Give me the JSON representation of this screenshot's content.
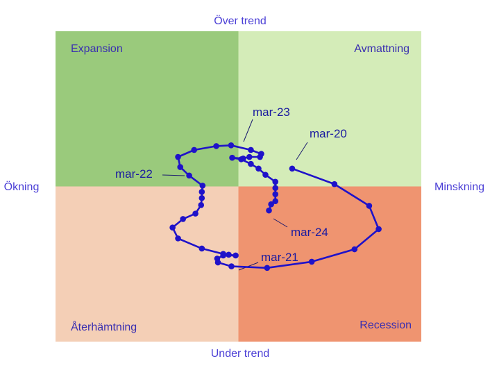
{
  "chart_data": {
    "type": "scatter",
    "axis_labels": {
      "top": "Över trend",
      "bottom": "Under trend",
      "left": "Ökning",
      "right": "Minskning"
    },
    "quadrants": [
      {
        "id": "expansion",
        "label": "Expansion",
        "color": "#9aca7c"
      },
      {
        "id": "avmattning",
        "label": "Avmattning",
        "color": "#d4ecb8"
      },
      {
        "id": "aterhamtning",
        "label": "Återhämtning",
        "color": "#f4cfb6"
      },
      {
        "id": "recession",
        "label": "Recession",
        "color": "#ef9470"
      }
    ],
    "xlim": [
      -1,
      1
    ],
    "ylim": [
      -1,
      1
    ],
    "series": [
      {
        "color": "#1f12c9",
        "points": [
          {
            "x": 0.294,
            "y": 0.115
          },
          {
            "x": 0.525,
            "y": 0.015
          },
          {
            "x": 0.715,
            "y": -0.125
          },
          {
            "x": 0.767,
            "y": -0.275
          },
          {
            "x": 0.635,
            "y": -0.405
          },
          {
            "x": 0.401,
            "y": -0.485
          },
          {
            "x": 0.157,
            "y": -0.525
          },
          {
            "x": -0.038,
            "y": -0.515
          },
          {
            "x": -0.112,
            "y": -0.49
          },
          {
            "x": -0.116,
            "y": -0.465
          },
          {
            "x": -0.083,
            "y": -0.445
          },
          {
            "x": -0.015,
            "y": -0.445
          },
          {
            "x": -0.053,
            "y": -0.44
          },
          {
            "x": -0.083,
            "y": -0.435
          },
          {
            "x": -0.2,
            "y": -0.4
          },
          {
            "x": -0.33,
            "y": -0.335
          },
          {
            "x": -0.36,
            "y": -0.265
          },
          {
            "x": -0.303,
            "y": -0.21
          },
          {
            "x": -0.235,
            "y": -0.175
          },
          {
            "x": -0.204,
            "y": -0.12
          },
          {
            "x": -0.2,
            "y": -0.075
          },
          {
            "x": -0.2,
            "y": -0.035
          },
          {
            "x": -0.196,
            "y": 0.005
          },
          {
            "x": -0.269,
            "y": 0.07
          },
          {
            "x": -0.318,
            "y": 0.125
          },
          {
            "x": -0.33,
            "y": 0.19
          },
          {
            "x": -0.242,
            "y": 0.235
          },
          {
            "x": -0.121,
            "y": 0.26
          },
          {
            "x": -0.04,
            "y": 0.265
          },
          {
            "x": 0.068,
            "y": 0.235
          },
          {
            "x": 0.125,
            "y": 0.21
          },
          {
            "x": 0.118,
            "y": 0.19
          },
          {
            "x": 0.06,
            "y": 0.19
          },
          {
            "x": 0.026,
            "y": 0.18
          },
          {
            "x": -0.034,
            "y": 0.185
          },
          {
            "x": 0.015,
            "y": 0.175
          },
          {
            "x": 0.068,
            "y": 0.145
          },
          {
            "x": 0.11,
            "y": 0.115
          },
          {
            "x": 0.148,
            "y": 0.075
          },
          {
            "x": 0.202,
            "y": 0.03
          },
          {
            "x": 0.202,
            "y": -0.01
          },
          {
            "x": 0.202,
            "y": -0.05
          },
          {
            "x": 0.202,
            "y": -0.095
          },
          {
            "x": 0.179,
            "y": -0.115
          },
          {
            "x": 0.167,
            "y": -0.155
          }
        ]
      }
    ],
    "annotations": [
      {
        "text": "mar-20",
        "point_index": 0
      },
      {
        "text": "mar-21",
        "point_index": 12
      },
      {
        "text": "mar-22",
        "point_index": 24
      },
      {
        "text": "mar-23",
        "point_index": 36
      },
      {
        "text": "mar-24",
        "point_index": 44
      }
    ]
  }
}
